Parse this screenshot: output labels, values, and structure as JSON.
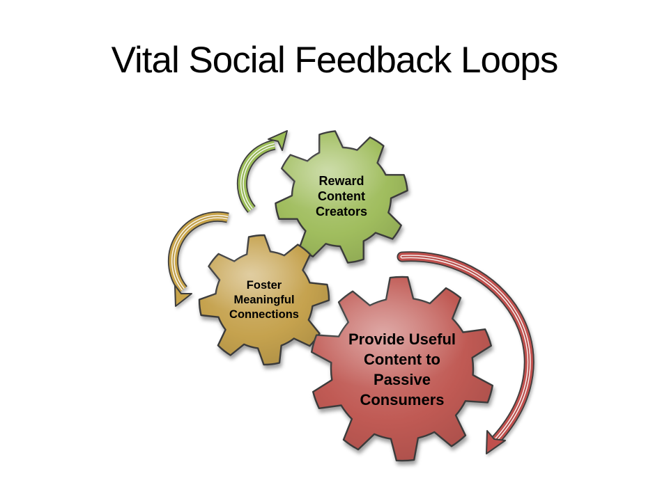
{
  "slide": {
    "title": "Vital Social Feedback Loops",
    "background_color": "#ffffff",
    "title_color": "#000000"
  },
  "gears": [
    {
      "name": "reward-content-creators-gear",
      "lines": [
        "Reward",
        "Content",
        "Creators"
      ],
      "label": "Reward Content Creators",
      "color": "#a0bd5e",
      "outline_color": "#3b3b3b",
      "text_color": "#000000"
    },
    {
      "name": "foster-meaningful-connections-gear",
      "lines": [
        "Foster",
        "Meaningful",
        "Connections"
      ],
      "label": "Foster Meaningful Connections",
      "color": "#c5a24e",
      "outline_color": "#3b3b3b",
      "text_color": "#000000"
    },
    {
      "name": "provide-useful-content-gear",
      "lines": [
        "Provide Useful",
        "Content to",
        "Passive",
        "Consumers"
      ],
      "label": "Provide Useful Content to Passive Consumers",
      "color": "#c05a54",
      "outline_color": "#3b3b3b",
      "text_color": "#000000"
    }
  ],
  "arrows": [
    {
      "name": "green-loop-arrow",
      "color": "#9cbd58",
      "direction": "curving up-right toward green gear"
    },
    {
      "name": "gold-loop-arrow",
      "color": "#c8a44a",
      "direction": "curving down-left beside gold gear"
    },
    {
      "name": "red-loop-arrow",
      "color": "#c0504d",
      "direction": "sweeping clockwise around red gear"
    }
  ]
}
